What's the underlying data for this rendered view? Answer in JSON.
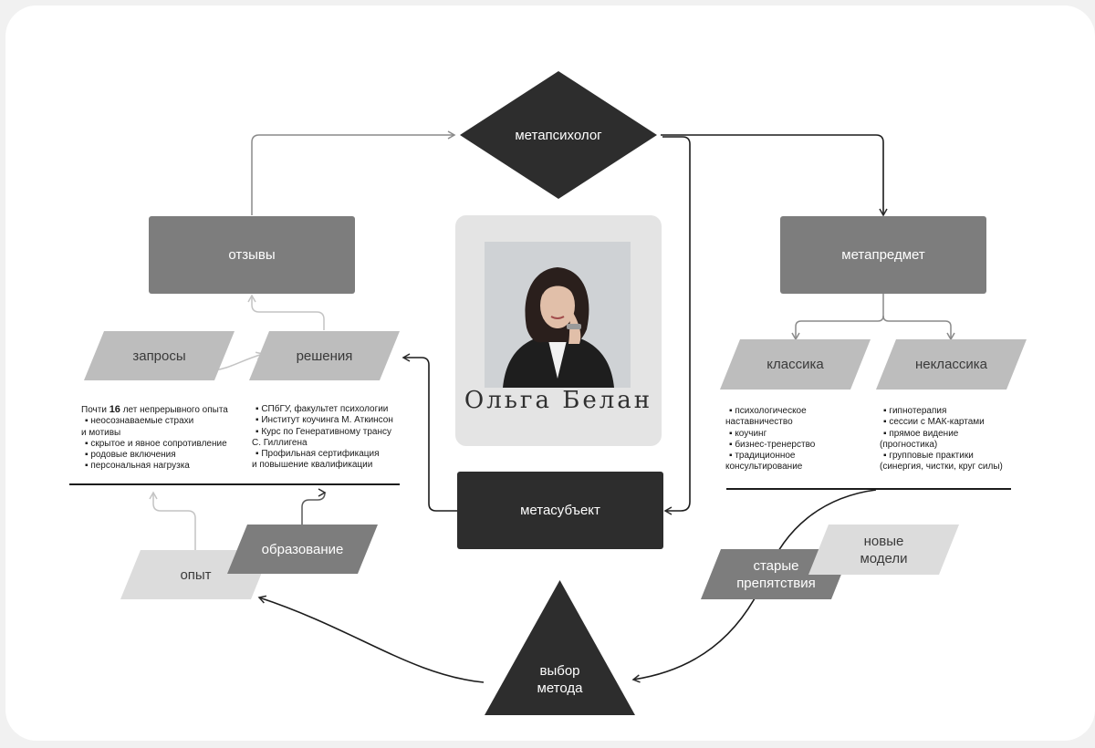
{
  "nodes": {
    "metapsiholog": "метапсихолог",
    "otzyvy": "отзывы",
    "metapredmet": "метапредмет",
    "zaprosy": "запросы",
    "resheniya": "решения",
    "klassika": "классика",
    "neklassika": "неклассика",
    "metasubekt": "метасубъект",
    "opyt": "опыт",
    "obrazovanie": "образование",
    "starye_prepyatstviya": [
      "старые",
      "препятствия"
    ],
    "novye_modeli": [
      "новые",
      "модели"
    ],
    "vybor_metoda": [
      "выбор",
      "метода"
    ]
  },
  "profile": {
    "name": "Ольга Белан",
    "photo": "portrait-photo"
  },
  "experience_list": {
    "intro_prefix": "Почти",
    "years": "16",
    "intro_suffix": "лет непрерывного опыта",
    "items": [
      "▪ неосознаваемые страхи",
      "и мотивы",
      "▪ скрытое и явное сопротивление",
      "▪ родовые включения",
      "▪ персональная нагрузка"
    ]
  },
  "education_list": {
    "items": [
      "▪ СПбГУ, факультет психологии",
      "▪ Институт коучинга М. Аткинсон",
      "▪ Курс по Генеративному трансу",
      "С. Гиллигена",
      "▪ Профильная сертификация",
      "и повышение квалификации"
    ]
  },
  "classic_list": {
    "items": [
      "▪ психологическое",
      "наставничество",
      "▪ коучинг",
      "▪ бизнес-тренерство",
      "▪ традиционное",
      "консультирование"
    ]
  },
  "nonclassic_list": {
    "items": [
      "▪ гипнотерапия",
      "▪ сессии с МАК-картами",
      "▪ прямое видение",
      "(прогностика)",
      "▪ групповые практики",
      "(синергия, чистки, круг силы)"
    ]
  },
  "colors": {
    "dark": "#2d2d2d",
    "mid": "#7d7d7d",
    "light": "#bdbdbd",
    "pale": "#dcdcdc"
  }
}
